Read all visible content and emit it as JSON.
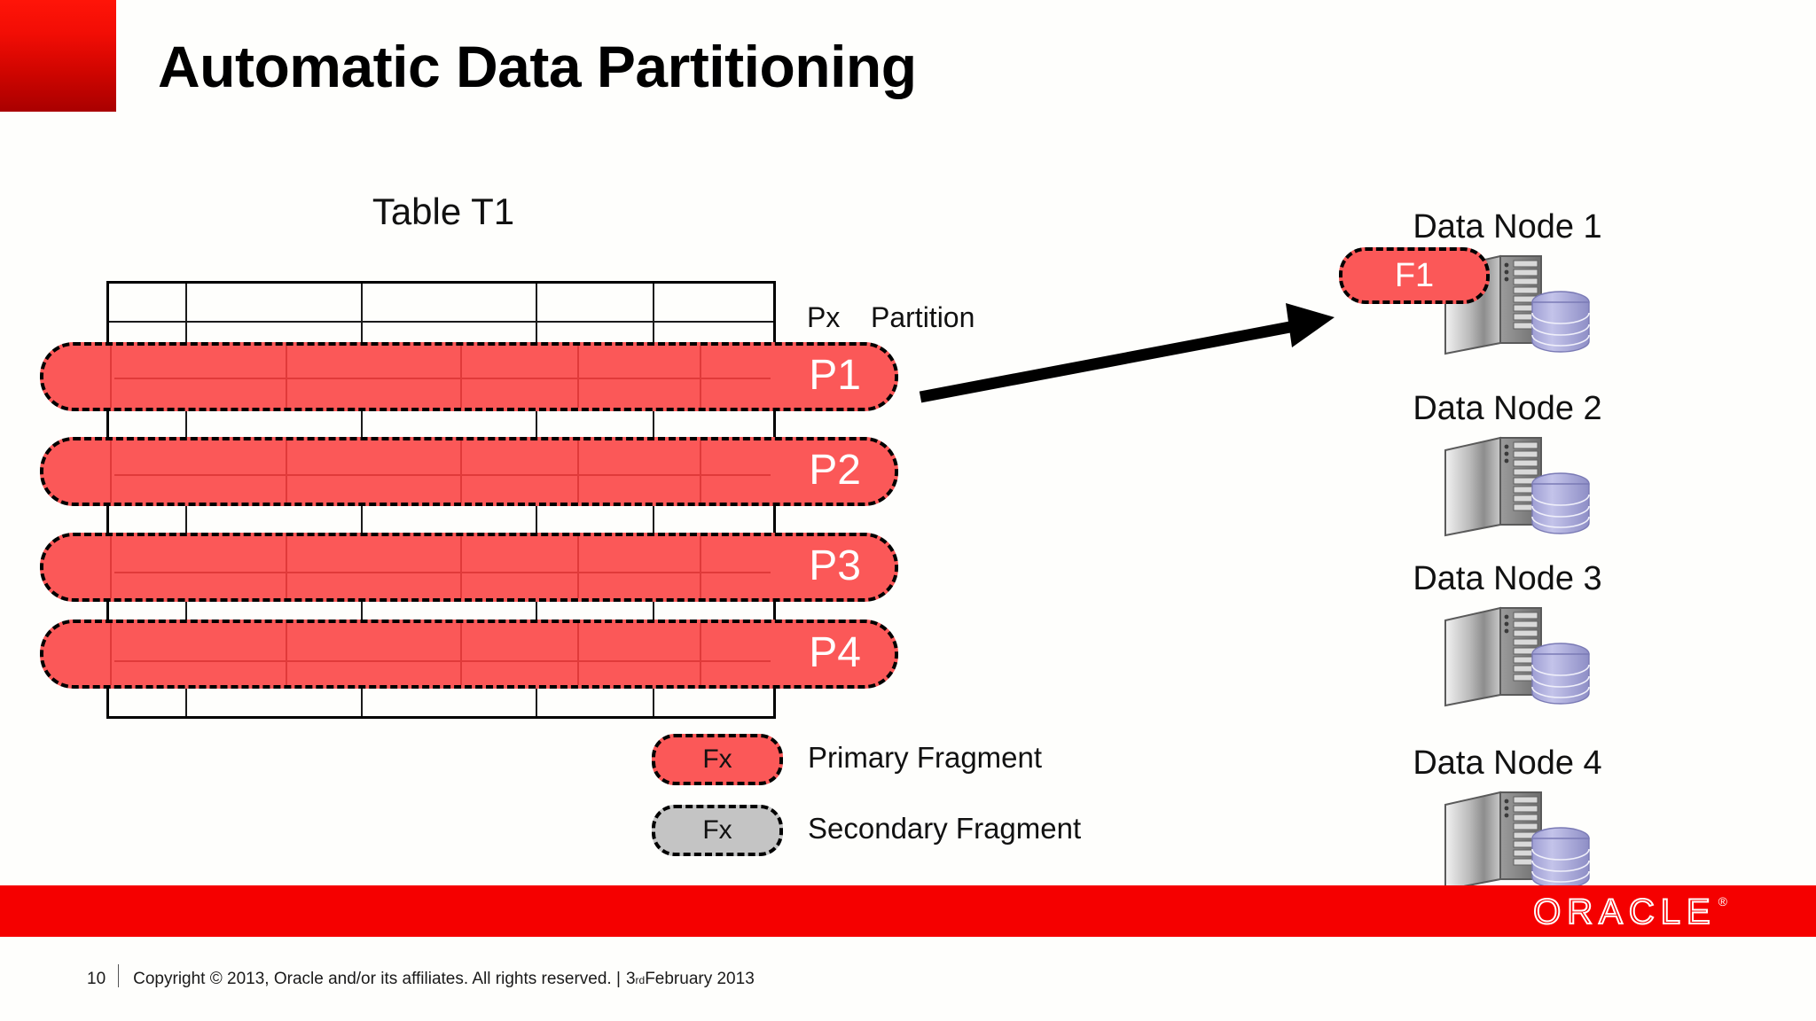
{
  "slide": {
    "title": "Automatic Data Partitioning",
    "background_color": "#fefefc",
    "accent_color": "#e00000"
  },
  "table": {
    "caption": "Table T1",
    "partitions": [
      {
        "label": "P1"
      },
      {
        "label": "P2"
      },
      {
        "label": "P3"
      },
      {
        "label": "P4"
      }
    ],
    "key": {
      "symbol": "Px",
      "meaning": "Partition"
    }
  },
  "legend": {
    "items": [
      {
        "chip": "Fx",
        "label": "Primary Fragment",
        "color": "#fb5858"
      },
      {
        "chip": "Fx",
        "label": "Secondary Fragment",
        "color": "#c4c4c4"
      }
    ]
  },
  "nodes": [
    {
      "label": "Data Node 1",
      "fragment": "F1"
    },
    {
      "label": "Data Node 2",
      "fragment": ""
    },
    {
      "label": "Data Node 3",
      "fragment": ""
    },
    {
      "label": "Data Node 4",
      "fragment": ""
    }
  ],
  "footer": {
    "page_number": "10",
    "copyright": "Copyright © 2013, Oracle and/or its affiliates. All rights reserved. |",
    "date_number": "3",
    "date_ordinal": "rd",
    "date_rest": " February 2013",
    "brand": "ORACLE",
    "brand_mark": "®",
    "bar_color": "#f50000"
  }
}
